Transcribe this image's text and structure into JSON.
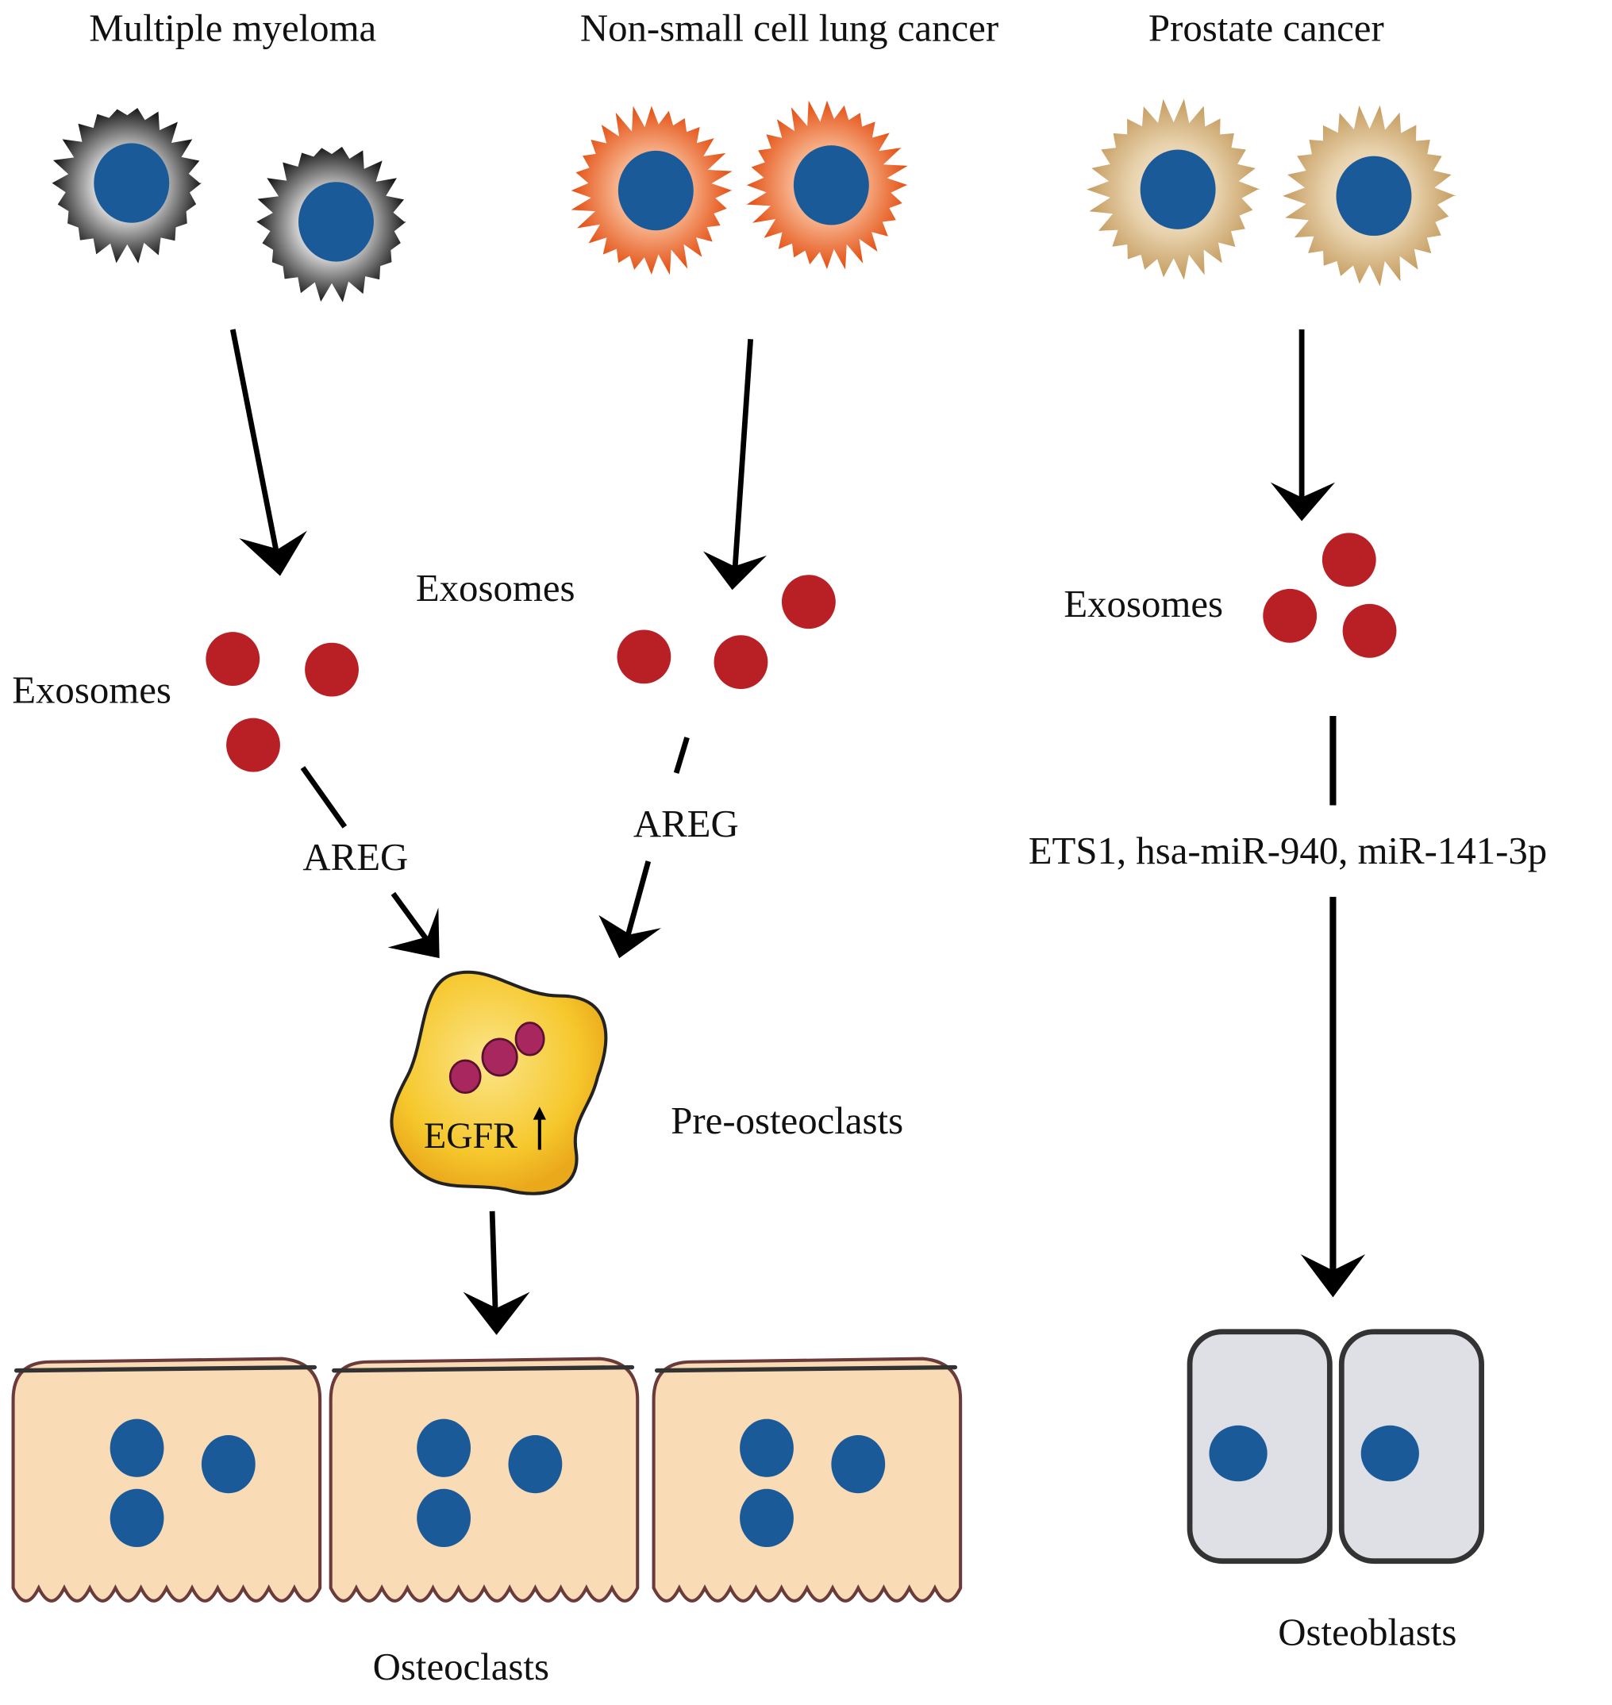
{
  "figure": {
    "columns": [
      {
        "id": "multiple-myeloma",
        "title": "Multiple myeloma",
        "exosomes_label": "Exosomes",
        "mediator_label": "AREG",
        "cell_colors": {
          "outer": "#1a1a1a",
          "inner": "#f2f2f2"
        }
      },
      {
        "id": "nsclc",
        "title": "Non-small cell lung cancer",
        "exosomes_label": "Exosomes",
        "mediator_label": "AREG",
        "cell_colors": {
          "outer": "#e8531a",
          "inner": "#fde3cf"
        }
      },
      {
        "id": "prostate-cancer",
        "title": "Prostate cancer",
        "exosomes_label": "Exosomes",
        "mediator_label": "ETS1, hsa-miR-940, miR-141-3p",
        "cell_colors": {
          "outer": "#c9a46a",
          "inner": "#f6ead6"
        }
      }
    ],
    "pre_osteoclast": {
      "label": "Pre-osteoclasts",
      "marker_label": "EGFR",
      "marker_icon": "up-arrow-icon"
    },
    "osteoclasts": {
      "label": "Osteoclasts",
      "count": 3
    },
    "osteoblasts": {
      "label": "Osteoblasts",
      "count": 2
    },
    "colors": {
      "nucleus": "#1b5a99",
      "exosome": "#b82025",
      "osteoclast_fill": "#f9dbb6",
      "osteoclast_stroke": "#6b3a3a",
      "osteoblast_fill": "#dfdfe6",
      "osteoblast_stroke": "#333333",
      "preosteoclast_fill": "#f6c52a",
      "granule": "#a8275f",
      "arrow": "#000000"
    }
  }
}
